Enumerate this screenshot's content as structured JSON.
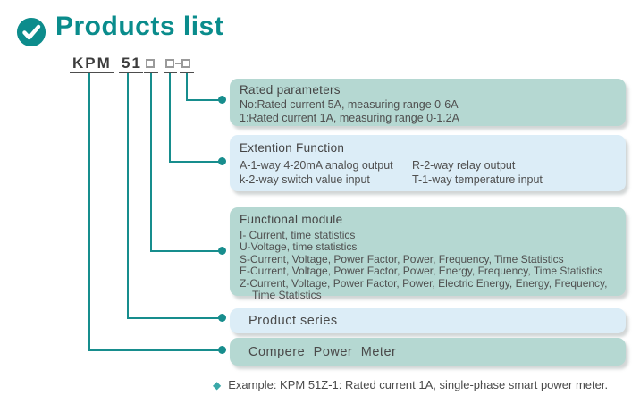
{
  "title": "Products list",
  "model": {
    "prefix": "KPM",
    "series": "51",
    "placeholders": [
      "□",
      "□",
      "□"
    ],
    "separator": "-"
  },
  "callouts": [
    {
      "id": "rated-parameters",
      "title": "Rated parameters",
      "lines": [
        "No:Rated current 5A, measuring range 0-6A",
        "1:Rated current 1A, measuring range 0-1.2A"
      ],
      "color": "#b5d8d2"
    },
    {
      "id": "extention-function",
      "title": "Extention Function",
      "left_column": [
        "A-1-way 4-20mA analog output",
        "k-2-way switch value input"
      ],
      "right_column": [
        "R-2-way relay output",
        "T-1-way temperature input"
      ],
      "color": "#dcedf7"
    },
    {
      "id": "functional-module",
      "title": "Functional module",
      "lines": [
        "I- Current, time statistics",
        "U-Voltage, time statistics",
        "S-Current, Voltage, Power Factor, Power, Frequency, Time Statistics",
        "E-Current, Voltage, Power Factor, Power, Energy, Frequency, Time Statistics",
        "Z-Current, Voltage, Power Factor, Power, Electric Energy, Energy, Frequency,",
        "Time Statistics"
      ],
      "color": "#b5d8d2"
    },
    {
      "id": "product-series",
      "title": "Product series",
      "color": "#dcedf7"
    },
    {
      "id": "compere-power-meter",
      "title": "Compere Power Meter",
      "color": "#b5d8d2"
    }
  ],
  "example": {
    "bullet": "◆",
    "text": "Example: KPM 51Z-1: Rated current 1A, single-phase smart power meter."
  },
  "colors": {
    "accent_teal": "#0d8c8c",
    "connector_teal": "#178d8d",
    "box_teal": "#b5d8d2",
    "box_blue": "#dcedf7",
    "text_dark": "#4a4a4a"
  }
}
